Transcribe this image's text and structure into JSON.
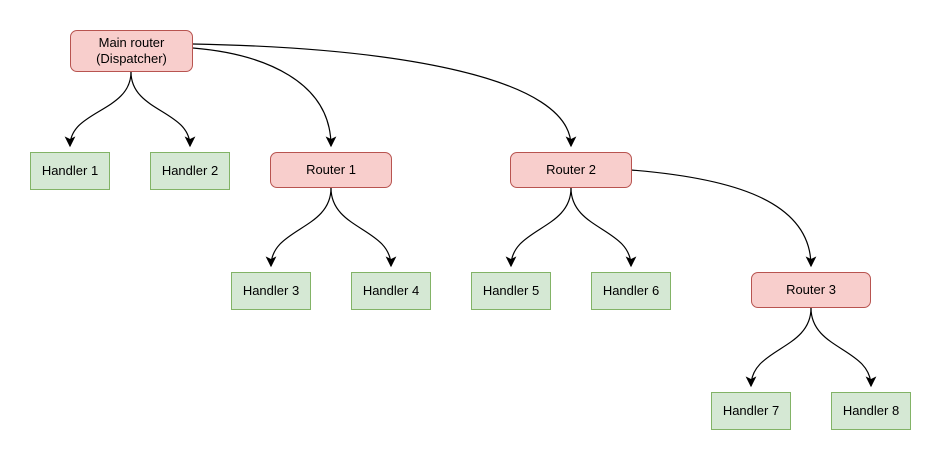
{
  "diagram": {
    "title": "",
    "nodes": [
      {
        "id": "main-router",
        "label": "Main router\n(Dispatcher)",
        "type": "router"
      },
      {
        "id": "handler-1",
        "label": "Handler 1",
        "type": "handler"
      },
      {
        "id": "handler-2",
        "label": "Handler 2",
        "type": "handler"
      },
      {
        "id": "router-1",
        "label": "Router 1",
        "type": "router"
      },
      {
        "id": "router-2",
        "label": "Router 2",
        "type": "router"
      },
      {
        "id": "handler-3",
        "label": "Handler 3",
        "type": "handler"
      },
      {
        "id": "handler-4",
        "label": "Handler 4",
        "type": "handler"
      },
      {
        "id": "handler-5",
        "label": "Handler 5",
        "type": "handler"
      },
      {
        "id": "handler-6",
        "label": "Handler 6",
        "type": "handler"
      },
      {
        "id": "router-3",
        "label": "Router 3",
        "type": "router"
      },
      {
        "id": "handler-7",
        "label": "Handler 7",
        "type": "handler"
      },
      {
        "id": "handler-8",
        "label": "Handler 8",
        "type": "handler"
      }
    ],
    "edges": [
      {
        "from": "main-router",
        "to": "handler-1"
      },
      {
        "from": "main-router",
        "to": "handler-2"
      },
      {
        "from": "main-router",
        "to": "router-1"
      },
      {
        "from": "main-router",
        "to": "router-2"
      },
      {
        "from": "router-1",
        "to": "handler-3"
      },
      {
        "from": "router-1",
        "to": "handler-4"
      },
      {
        "from": "router-2",
        "to": "handler-5"
      },
      {
        "from": "router-2",
        "to": "handler-6"
      },
      {
        "from": "router-2",
        "to": "router-3"
      },
      {
        "from": "router-3",
        "to": "handler-7"
      },
      {
        "from": "router-3",
        "to": "handler-8"
      }
    ],
    "colors": {
      "router_fill": "#f8cecc",
      "router_border": "#b85450",
      "handler_fill": "#d5e8d4",
      "handler_border": "#82b366",
      "edge_color": "#000000",
      "text_color": "#000000"
    }
  }
}
